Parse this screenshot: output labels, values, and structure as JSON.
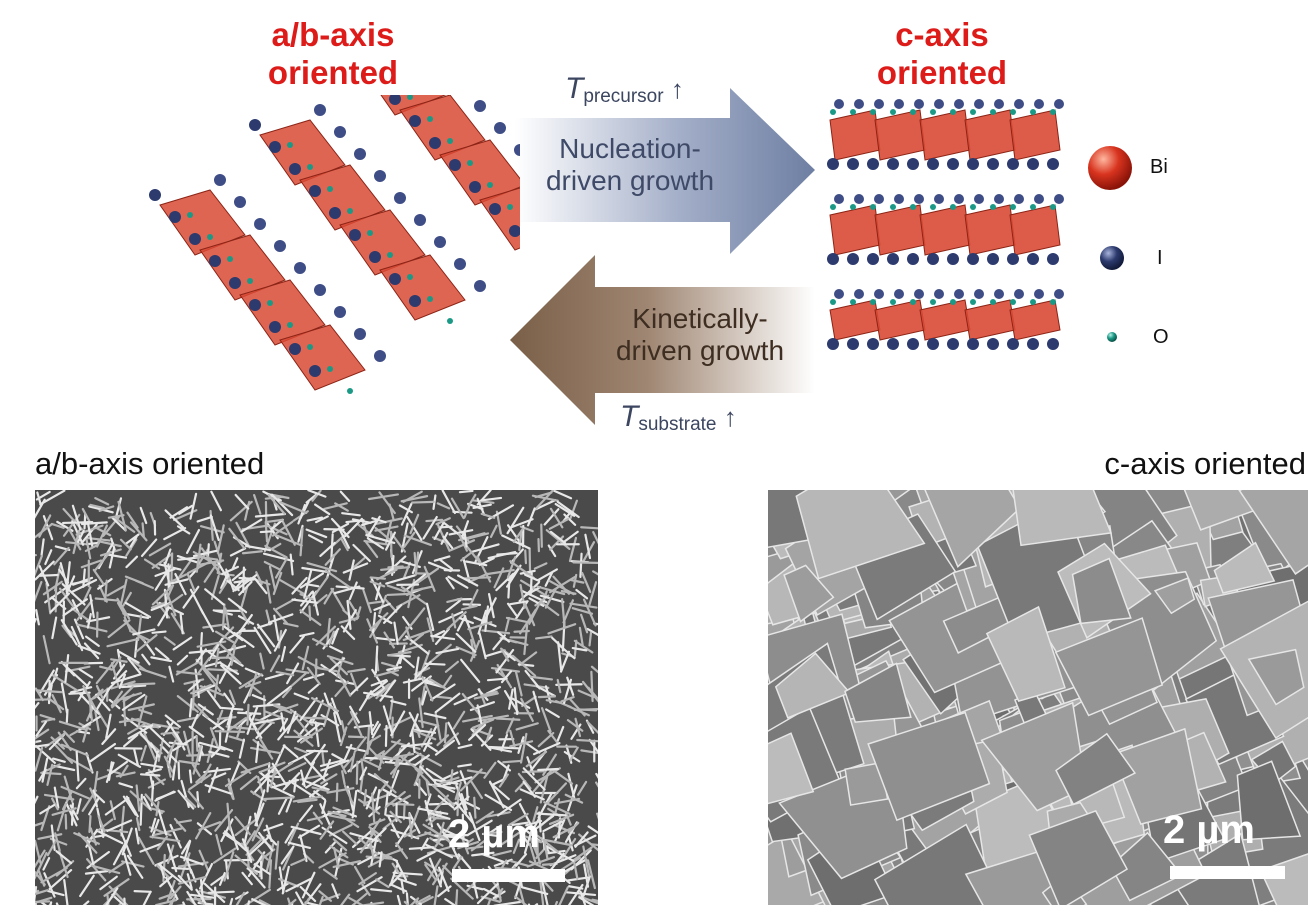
{
  "top": {
    "left_title": [
      "a/b-axis",
      "oriented"
    ],
    "right_title": [
      "c-axis",
      "oriented"
    ]
  },
  "arrows": {
    "forward": {
      "label": [
        "Nucleation-",
        "driven growth"
      ],
      "condition_symbol": "T",
      "condition_sub": "precursor",
      "condition_arrow": "↑",
      "color": "#6e7fa3"
    },
    "backward": {
      "label": [
        "Kinetically-",
        "driven growth"
      ],
      "condition_symbol": "T",
      "condition_sub": "substrate",
      "condition_arrow": "↑",
      "color": "#7a5f48"
    }
  },
  "legend": [
    {
      "label": "Bi",
      "color": "#d8341f"
    },
    {
      "label": "I",
      "color": "#2c3a6e"
    },
    {
      "label": "O",
      "color": "#1a9a86"
    }
  ],
  "sem": {
    "left": {
      "label": "a/b-axis oriented",
      "scale": "2 µm"
    },
    "right": {
      "label": "c-axis oriented",
      "scale": "2 µm"
    }
  }
}
